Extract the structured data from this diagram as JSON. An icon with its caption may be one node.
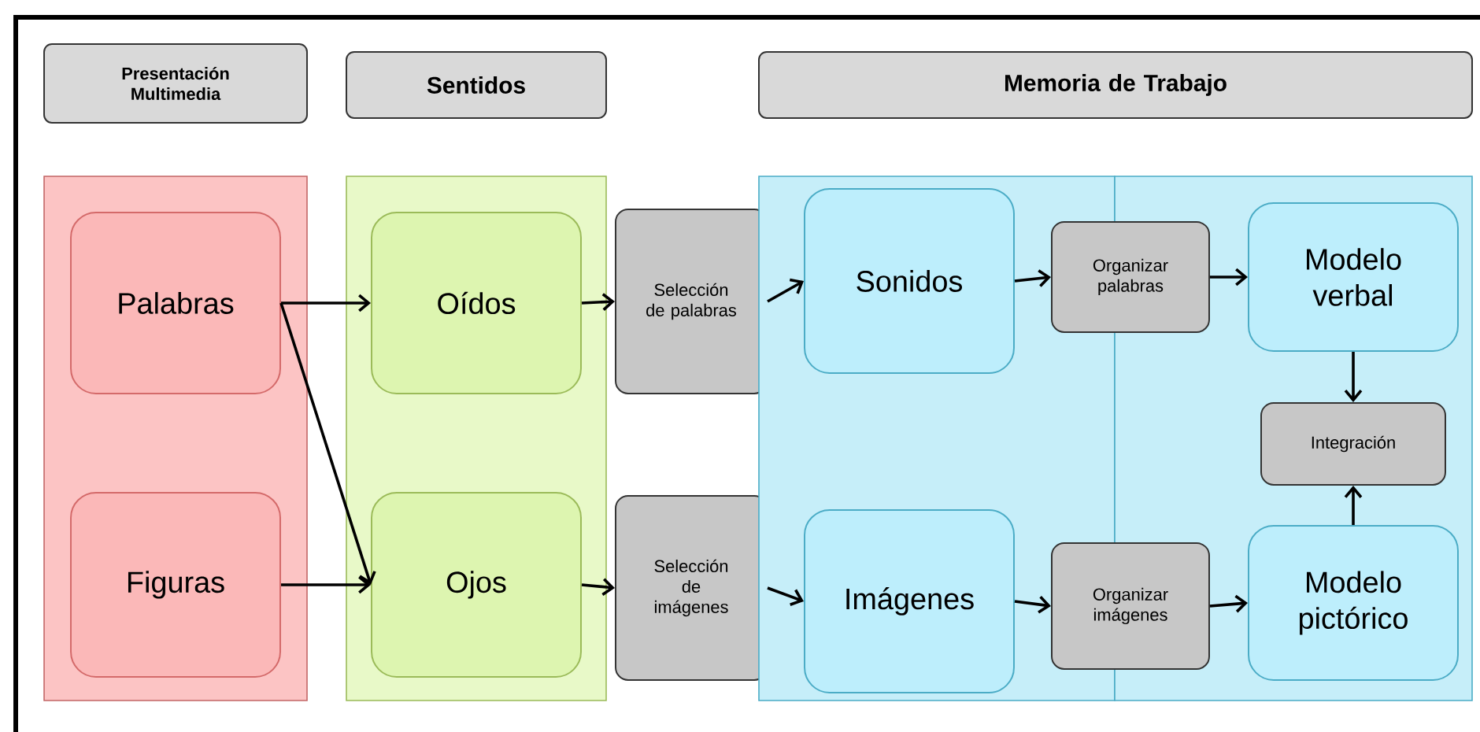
{
  "diagram": {
    "nodes": [
      {
        "text": [
          "Presentación Multimedia"
        ]
      },
      {
        "text": [
          "Sentidos"
        ]
      },
      {
        "text": [
          "Memoria de Trabajo"
        ]
      },
      {
        "text": [],
        "shape": "box"
      },
      {
        "text": [
          "Palabras"
        ],
        "in": 3
      },
      {
        "text": [
          "Figuras"
        ],
        "in": 3
      },
      {
        "text": [],
        "shape": "box"
      },
      {
        "text": [
          "Oídos"
        ],
        "in": 6
      },
      {
        "text": [
          "Ojos"
        ],
        "in": 6
      },
      {
        "text": [
          "Selección de palabras"
        ]
      },
      {
        "text": [
          "Selección de imágenes"
        ]
      },
      {
        "text": [],
        "shape": "box"
      },
      {
        "text": [],
        "shape": "box"
      },
      {
        "text": [
          "Sonidos"
        ],
        "in": 11
      },
      {
        "text": [
          "Imágenes"
        ],
        "in": 11
      },
      {
        "text": [
          "Organizar palabras"
        ]
      },
      {
        "text": [
          "Organizar imágenes"
        ]
      },
      {
        "text": [
          "Modelo verbal"
        ],
        "in": 12
      },
      {
        "text": [
          "Integración"
        ],
        "in": 12
      },
      {
        "text": [
          "Modelo pictórico"
        ],
        "in": 12
      }
    ],
    "edges": [
      {
        "from": 4,
        "to": 7,
        "arrow": "to"
      },
      {
        "from": 4,
        "to": 8,
        "arrow": "to"
      },
      {
        "from": 5,
        "to": 8,
        "arrow": "to"
      },
      {
        "from": 7,
        "to": 9,
        "arrow": "to"
      },
      {
        "from": 8,
        "to": 10,
        "arrow": "to"
      },
      {
        "from": 9,
        "to": 13,
        "arrow": "to"
      },
      {
        "from": 10,
        "to": 14,
        "arrow": "to"
      },
      {
        "from": 13,
        "to": 15,
        "arrow": "to"
      },
      {
        "from": 14,
        "to": 16,
        "arrow": "to"
      },
      {
        "from": 15,
        "to": 17,
        "arrow": "to"
      },
      {
        "from": 16,
        "to": 19,
        "arrow": "to"
      },
      {
        "from": 17,
        "to": 18,
        "arrow": "to"
      },
      {
        "from": 19,
        "to": 18,
        "arrow": "to"
      }
    ]
  }
}
